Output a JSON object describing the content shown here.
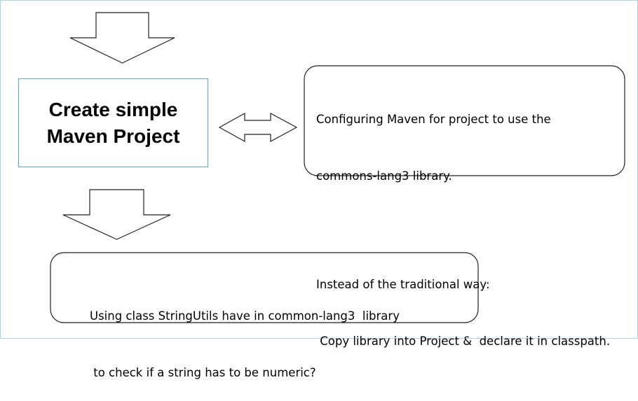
{
  "main_box": {
    "line1": "Create simple",
    "line2": "Maven Project"
  },
  "right_note": {
    "line1": "Configuring Maven for project to use the",
    "line2": "commons-lang3 library.",
    "line3": "Instead of the traditional way:",
    "line4": " Copy library into Project &  declare it in classpath."
  },
  "bottom_note": {
    "line1": "Using class StringUtils have in common-lang3  library",
    "line2": " to check if a string has to be numeric?"
  }
}
